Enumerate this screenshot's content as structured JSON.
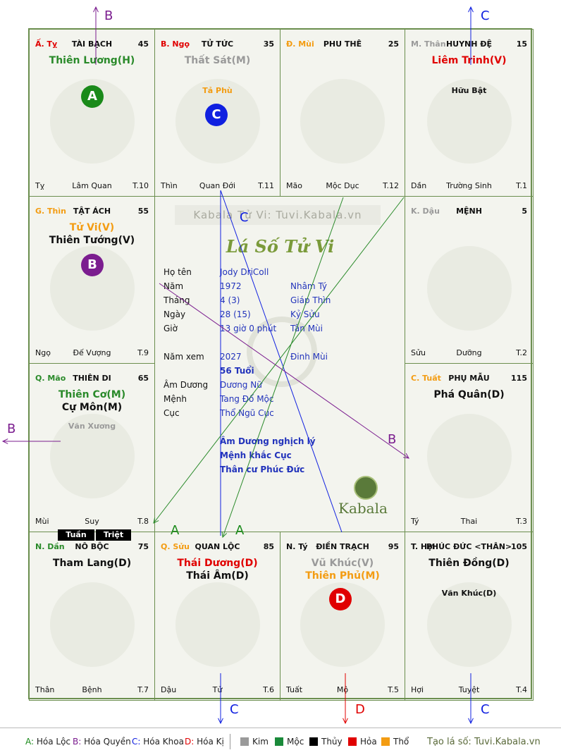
{
  "colors": {
    "green": "#2a8a2a",
    "purple": "#7b1d8f",
    "blue": "#1020e0",
    "red": "#e00000",
    "orange": "#f39c12",
    "gray": "#9a9a9a",
    "black": "#111111"
  },
  "palaces": [
    {
      "id": "ty",
      "can": "Ấ. Tỵ",
      "can_color": "#e00000",
      "name": "TÀI BẠCH",
      "age": "45",
      "stars": [
        {
          "text": "Thiên Lương(H)",
          "color": "#2a8a2a"
        }
      ],
      "minor": [],
      "chi": "Tỵ",
      "truong_sinh": "Lâm Quan",
      "month": "T.10"
    },
    {
      "id": "ngo",
      "can": "B. Ngọ",
      "can_color": "#e00000",
      "name": "TỬ TỨC",
      "age": "35",
      "stars": [
        {
          "text": "Thất Sát(M)",
          "color": "#9a9a9a"
        }
      ],
      "minor": [
        {
          "text": "Tả Phù",
          "color": "#f39c12"
        }
      ],
      "chi": "Thìn",
      "truong_sinh": "Quan Đới",
      "month": "T.11"
    },
    {
      "id": "mui",
      "can": "Đ. Mùi",
      "can_color": "#f39c12",
      "name": "PHU THÊ",
      "age": "25",
      "stars": [],
      "minor": [],
      "chi": "Mão",
      "truong_sinh": "Mộc Dục",
      "month": "T.12"
    },
    {
      "id": "than_top",
      "can": "M. Thân",
      "can_color": "#9a9a9a",
      "name": "HUYNH ĐỆ",
      "age": "15",
      "stars": [
        {
          "text": "Liêm Trinh(V)",
          "color": "#e00000"
        }
      ],
      "minor": [
        {
          "text": "Hữu Bật",
          "color": "#111111"
        }
      ],
      "chi": "Dần",
      "truong_sinh": "Trường Sinh",
      "month": "T.1"
    },
    {
      "id": "thin",
      "can": "G. Thìn",
      "can_color": "#f39c12",
      "name": "TẬT ÁCH",
      "age": "55",
      "stars": [
        {
          "text": "Tử Vi(V)",
          "color": "#f39c12"
        },
        {
          "text": "Thiên Tướng(V)",
          "color": "#111111"
        }
      ],
      "minor": [],
      "chi": "Ngọ",
      "truong_sinh": "Đế Vượng",
      "month": "T.9"
    },
    {
      "id": "dau",
      "can": "K. Dậu",
      "can_color": "#9a9a9a",
      "name": "MỆNH",
      "age": "5",
      "stars": [],
      "minor": [],
      "chi": "Sửu",
      "truong_sinh": "Dưỡng",
      "month": "T.2"
    },
    {
      "id": "mao",
      "can": "Q. Mão",
      "can_color": "#2a8a2a",
      "name": "THIÊN DI",
      "age": "65",
      "stars": [
        {
          "text": "Thiên Cơ(M)",
          "color": "#2a8a2a"
        },
        {
          "text": "Cự Môn(M)",
          "color": "#111111"
        }
      ],
      "minor": [
        {
          "text": "Văn Xương",
          "color": "#9a9a9a"
        }
      ],
      "chi": "Mùi",
      "truong_sinh": "Suy",
      "month": "T.8"
    },
    {
      "id": "tuat",
      "can": "C. Tuất",
      "can_color": "#f39c12",
      "name": "PHỤ MẪU",
      "age": "115",
      "stars": [
        {
          "text": "Phá Quân(D)",
          "color": "#111111"
        }
      ],
      "minor": [],
      "chi": "Tý",
      "truong_sinh": "Thai",
      "month": "T.3"
    },
    {
      "id": "dan",
      "can": "N. Dần",
      "can_color": "#2a8a2a",
      "name": "NÔ BỘC",
      "age": "75",
      "stars": [
        {
          "text": "Tham Lang(D)",
          "color": "#111111"
        }
      ],
      "minor": [],
      "chi": "Thân",
      "truong_sinh": "Bệnh",
      "month": "T.7"
    },
    {
      "id": "suu",
      "can": "Q. Sửu",
      "can_color": "#f39c12",
      "name": "QUAN LỘC",
      "age": "85",
      "stars": [
        {
          "text": "Thái Dương(D)",
          "color": "#e00000"
        },
        {
          "text": "Thái Âm(D)",
          "color": "#111111"
        }
      ],
      "minor": [],
      "chi": "Dậu",
      "truong_sinh": "Tử",
      "month": "T.6"
    },
    {
      "id": "tyrat",
      "can": "N. Tý",
      "can_color": "#111111",
      "name": "ĐIỀN TRẠCH",
      "age": "95",
      "stars": [
        {
          "text": "Vũ Khúc(V)",
          "color": "#9a9a9a"
        },
        {
          "text": "Thiên Phủ(M)",
          "color": "#f39c12"
        }
      ],
      "minor": [],
      "chi": "Tuất",
      "truong_sinh": "Mộ",
      "month": "T.5"
    },
    {
      "id": "hoi",
      "can": "T. Hợi",
      "can_color": "#111111",
      "name": "PHÚC ĐỨC <THÂN>",
      "age": "105",
      "stars": [
        {
          "text": "Thiên Đồng(D)",
          "color": "#111111"
        }
      ],
      "minor": [
        {
          "text": "Văn Khúc(D)",
          "color": "#111111"
        }
      ],
      "chi": "Hợi",
      "truong_sinh": "Tuyệt",
      "month": "T.4"
    }
  ],
  "markers": [
    {
      "letter": "A",
      "palace": "ty",
      "color": "#1a8a1a"
    },
    {
      "letter": "C",
      "palace": "ngo",
      "color": "#1020e0"
    },
    {
      "letter": "B",
      "palace": "thin",
      "color": "#7b1d8f"
    },
    {
      "letter": "D",
      "palace": "tyrat",
      "color": "#e00000"
    }
  ],
  "badges": [
    "Tuần",
    "Triệt"
  ],
  "center": {
    "watermark": "Kabala Tử Vi: Tuvi.Kabala.vn",
    "title": "Lá Số Tử Vi",
    "rows": [
      {
        "label": "Họ tên",
        "v1": "Jody DriColl",
        "v2": ""
      },
      {
        "label": "Năm",
        "v1": "1972",
        "v2": "Nhâm Tý"
      },
      {
        "label": "Tháng",
        "v1": "4  (3)",
        "v2": "Giáp Thìn"
      },
      {
        "label": "Ngày",
        "v1": "28  (15)",
        "v2": "Kỷ Sửu"
      },
      {
        "label": "Giờ",
        "v1": "13 giờ 0 phút",
        "v2": "Tân Mùi"
      },
      {
        "label": "Năm xem",
        "v1": "2027",
        "v2": "Đinh Mùi"
      },
      {
        "label": "",
        "v1": "56 Tuổi",
        "v2": ""
      },
      {
        "label": "Âm Dương",
        "v1": "Dương Nữ",
        "v2": ""
      },
      {
        "label": "Mệnh",
        "v1": "Tang Đố Mộc",
        "v2": ""
      },
      {
        "label": "Cục",
        "v1": "Thổ Ngũ Cục",
        "v2": ""
      }
    ],
    "notes": [
      "Âm Dương nghịch lý",
      "Mệnh khắc Cục",
      "Thân cư Phúc Đức"
    ],
    "logo": "Kabala",
    "line_labels": [
      {
        "text": "C",
        "color": "#1020e0"
      },
      {
        "text": "B",
        "color": "#7b1d8f"
      },
      {
        "text": "A",
        "color": "#1a8a1a"
      },
      {
        "text": "A",
        "color": "#1a8a1a"
      }
    ]
  },
  "external": [
    {
      "letter": "B",
      "color": "#7b1d8f"
    },
    {
      "letter": "C",
      "color": "#1020e0"
    },
    {
      "letter": "B",
      "color": "#7b1d8f"
    },
    {
      "letter": "C",
      "color": "#1020e0"
    },
    {
      "letter": "D",
      "color": "#e00000"
    },
    {
      "letter": "C",
      "color": "#1020e0"
    }
  ],
  "legend": {
    "hoa": [
      {
        "key": "A:",
        "label": " Hóa Lộc",
        "color": "#1a8a1a"
      },
      {
        "key": "B:",
        "label": " Hóa Quyền",
        "color": "#7b1d8f"
      },
      {
        "key": "C:",
        "label": " Hóa Khoa",
        "color": "#1020e0"
      },
      {
        "key": "D:",
        "label": " Hóa Kị",
        "color": "#e00000"
      }
    ],
    "elements": [
      {
        "label": "Kim",
        "color": "#9a9a9a"
      },
      {
        "label": "Mộc",
        "color": "#1a8a3a"
      },
      {
        "label": "Thủy",
        "color": "#000000"
      },
      {
        "label": "Hỏa",
        "color": "#e00000"
      },
      {
        "label": "Thổ",
        "color": "#f39c12"
      }
    ],
    "site": "Tạo lá số: Tuvi.Kabala.vn"
  }
}
